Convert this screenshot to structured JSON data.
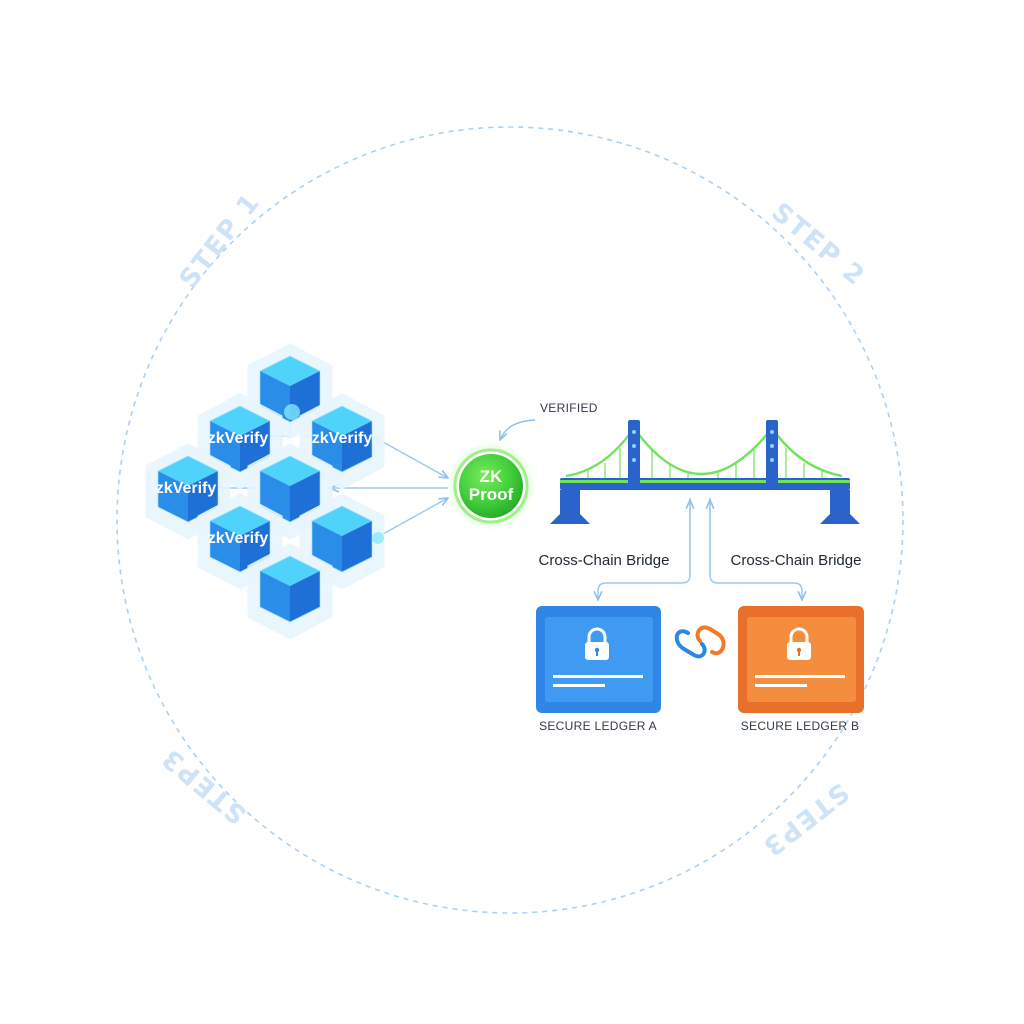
{
  "steps": {
    "step1": "STEP 1",
    "step2": "STEP 2",
    "step3_left": "STEP3",
    "step3_right": "STEP3"
  },
  "cluster": {
    "labels": [
      "zkVerify",
      "zkVerify",
      "zkVerify",
      "zkVerify"
    ]
  },
  "proof": {
    "line1": "ZK",
    "line2": "Proof",
    "verified_label": "VERIFIED"
  },
  "bridge": {
    "caption_left": "Cross-Chain Bridge",
    "caption_right": "Cross-Chain Bridge"
  },
  "ledgers": {
    "a_label": "SECURE LEDGER A",
    "b_label": "SECURE LEDGER B"
  },
  "colors": {
    "cube_top": "#4fd3fb",
    "cube_left": "#2a8ee8",
    "cube_right": "#1e6fd6",
    "proof_green": "#3fce3a",
    "bridge_blue": "#2a63c9",
    "bridge_cable": "#6fe35a",
    "ledger_a": "#2f86e6",
    "ledger_b": "#f07b2a",
    "dashed_ring": "#a9d2f4",
    "connector": "#9cc8ee"
  },
  "icons": {
    "lock": "lock-icon",
    "link": "chain-link-icon"
  }
}
